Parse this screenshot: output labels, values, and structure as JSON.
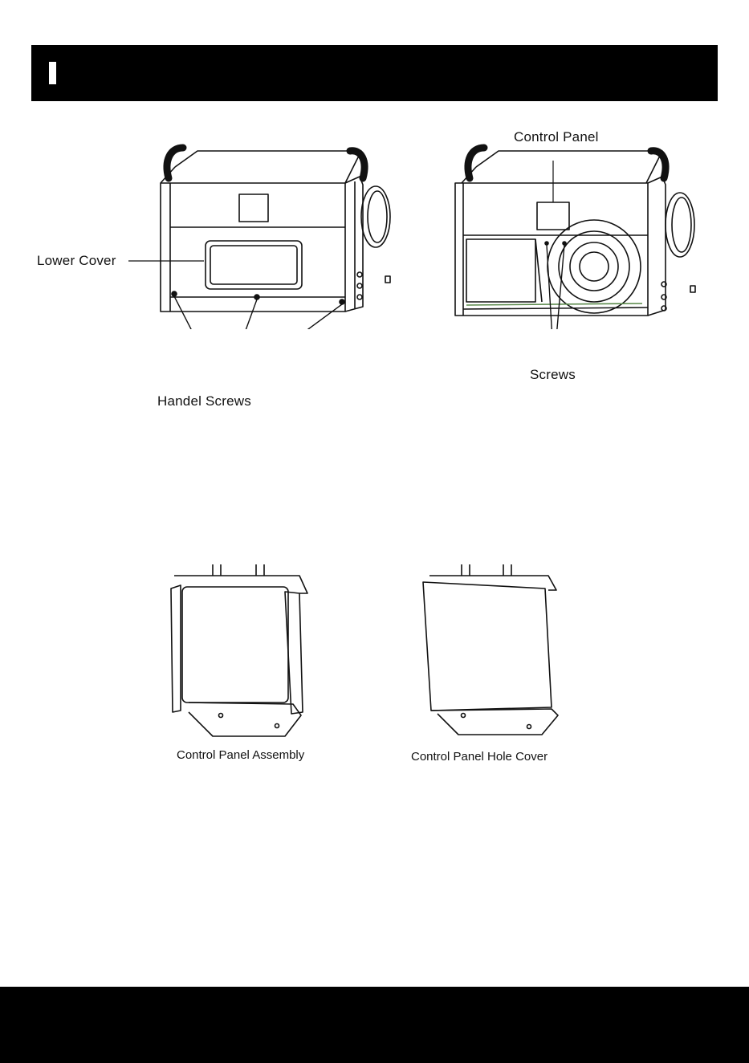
{
  "labels": {
    "lower_cover": "Lower Cover",
    "handle_screws": "Handel Screws",
    "control_panel": "Control Panel",
    "screws": "Screws"
  },
  "captions": {
    "assembly": "Control Panel Assembly",
    "hole_cover": "Control Panel Hole Cover"
  }
}
